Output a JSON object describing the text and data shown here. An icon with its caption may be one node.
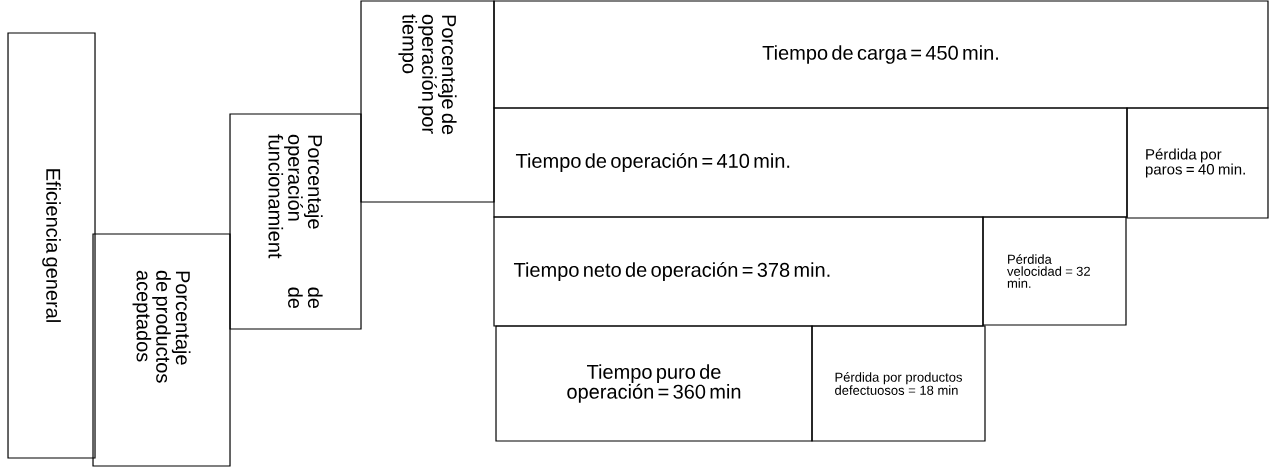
{
  "diagram": {
    "nodes": [
      {
        "text": [
          "Eficiencia general"
        ]
      },
      {
        "text": [
          "Porcentaje de productos aceptados"
        ]
      },
      {
        "text": [
          "Porcentaje de operación de funcionamient"
        ]
      },
      {
        "text": [
          "Porcentaje de operación por tiempo"
        ]
      },
      {
        "text": [
          "Tiempo de carga = 450 min."
        ]
      },
      {
        "text": [
          "Tiempo de operación = 410 min."
        ]
      },
      {
        "text": [
          "Pérdida por paros = 40 min."
        ]
      },
      {
        "text": [
          "Tiempo neto de operación = 378 min."
        ]
      },
      {
        "text": [
          "Pérdida velocidad = 32 min."
        ]
      },
      {
        "text": [
          "Tiempo puro de operación = 360 min"
        ]
      },
      {
        "text": [
          "Pérdida por productos defectuosos = 18 min"
        ]
      }
    ]
  }
}
